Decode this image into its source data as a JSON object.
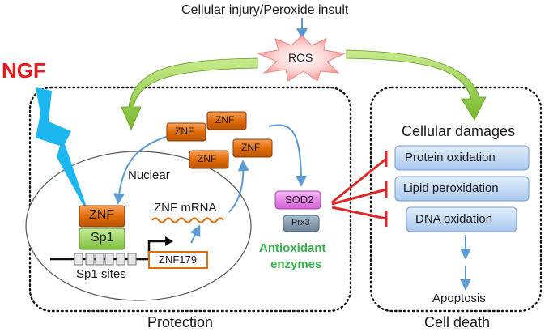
{
  "top_label": "Cellular injury/Peroxide insult",
  "ros": "ROS",
  "ngf": "NGF",
  "znf": "ZNF",
  "nuclear": "Nuclear",
  "sp1": "Sp1",
  "znf_mrna": "ZNF mRNA",
  "znf179": "ZNF179",
  "sp1_sites": "Sp1 sites",
  "sod2": "SOD2",
  "prx3": "Prx3",
  "antioxidant_line1": "Antioxidant",
  "antioxidant_line2": "enzymes",
  "cellular_damages": "Cellular damages",
  "damages": [
    "Protein oxidation",
    "Lipid peroxidation",
    "DNA oxidation"
  ],
  "apoptosis": "Apoptosis",
  "protection": "Protection",
  "cell_death": "Cell death",
  "colors": {
    "ngf_red": "#e8191d",
    "lightning_blue": "#1cb6f0",
    "znf_orange": "#e36c09",
    "sp1_green": "#92d050",
    "sod2_magenta": "#e37ce6",
    "prx3_slate": "#7f97ab",
    "antioxidant_green": "#33b34a",
    "damage_box_blue": "#c5daf2",
    "inhibit_red": "#e02828",
    "arrow_blue": "#5b9bd5",
    "arrow_green": "#76b82a"
  }
}
